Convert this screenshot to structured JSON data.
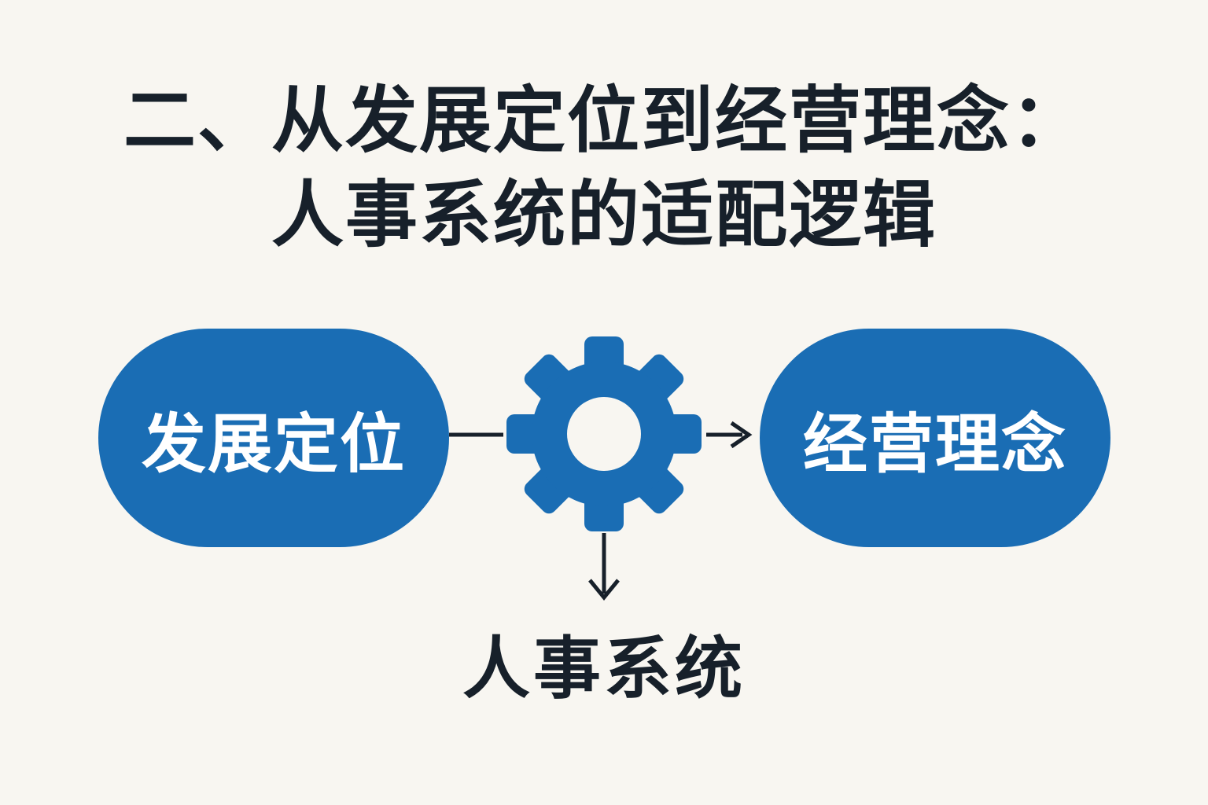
{
  "title": {
    "line1": "二、从发展定位到经营理念：",
    "line2": "人事系统的适配逻辑"
  },
  "nodes": {
    "left": "发展定位",
    "right": "经营理念",
    "bottom": "人事系统"
  },
  "icons": {
    "center": "gear-icon"
  },
  "colors": {
    "background": "#f8f6f1",
    "accent": "#1a6db4",
    "text": "#17202a",
    "label_on_accent": "#ffffff"
  }
}
